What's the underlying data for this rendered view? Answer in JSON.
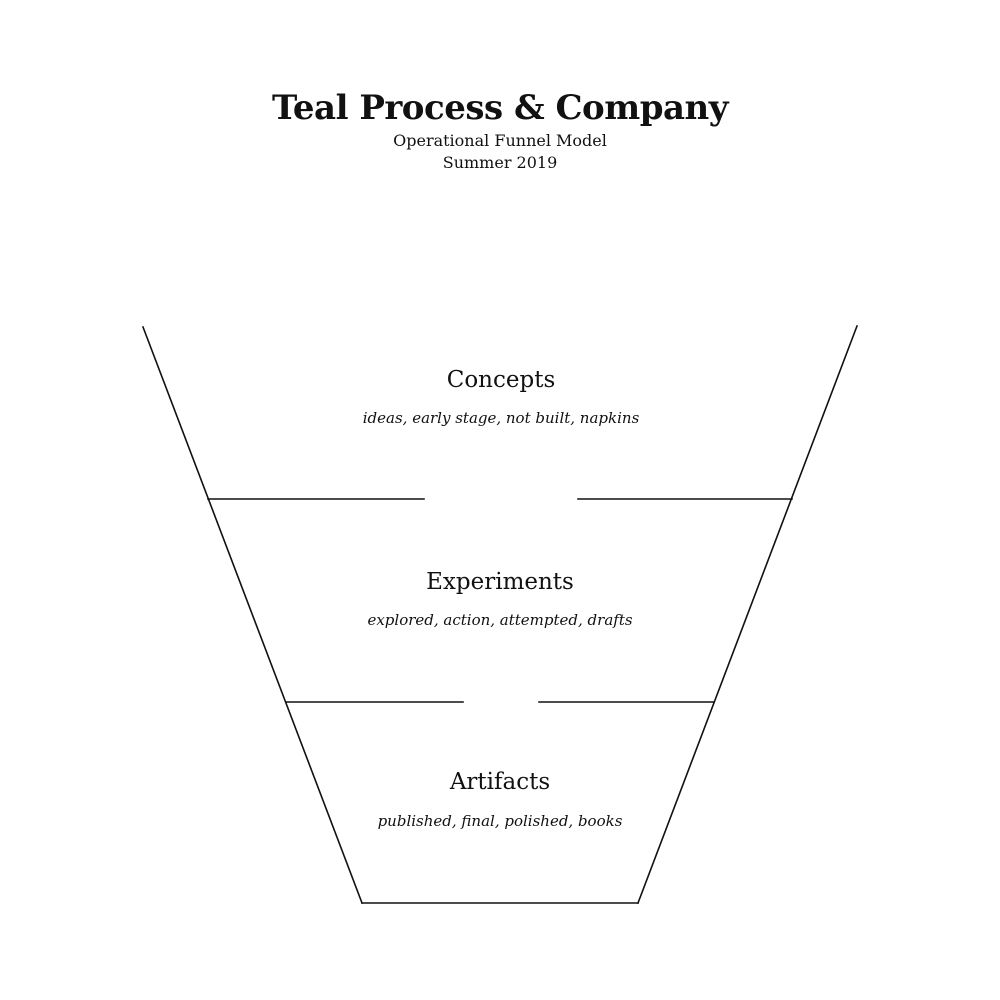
{
  "header": {
    "title": "Teal Process & Company",
    "subtitle": "Operational Funnel Model",
    "date": "Summer 2019"
  },
  "funnel": {
    "stages": [
      {
        "name": "Concepts",
        "description": "ideas, early stage, not built, napkins"
      },
      {
        "name": "Experiments",
        "description": "explored, action, attempted, drafts"
      },
      {
        "name": "Artifacts",
        "description": "published, final, polished, books"
      }
    ]
  }
}
